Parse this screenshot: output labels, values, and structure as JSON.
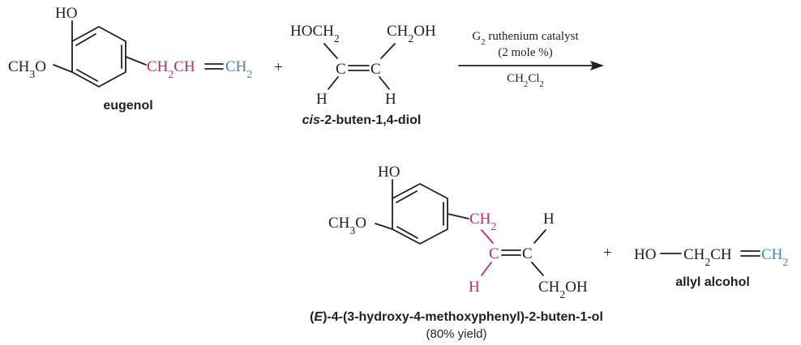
{
  "colors": {
    "ink": "#231f20",
    "magenta": "#c4267f",
    "blue": "#3a89c9"
  },
  "reactant1": {
    "ho": "HO",
    "methoxy": "CH3O",
    "chain_main": "CH2CH",
    "chain_end": "CH2",
    "name": "eugenol"
  },
  "plus1": "+",
  "reactant2": {
    "hoch2": "HOCH2",
    "ch2oh": "CH2OH",
    "c_left": "C",
    "c_right": "C",
    "h_left": "H",
    "h_right": "H",
    "name_italic": "cis",
    "name_rest": "-2-buten-1,4-diol"
  },
  "conditions": {
    "catalyst": "G2 ruthenium catalyst",
    "loading": "(2 mole %)",
    "solvent": "CH2Cl2"
  },
  "product": {
    "ho": "HO",
    "methoxy": "CH3O",
    "ch2": "CH2",
    "h_top": "H",
    "c_left": "C",
    "c_right": "C",
    "h_bottom": "H",
    "ch2oh": "CH2OH",
    "name_open": "(",
    "name_italic": "E",
    "name_rest": ")-4-(3-hydroxy-4-methoxyphenyl)-2-buten-1-ol",
    "yield": "(80% yield)"
  },
  "plus2": "+",
  "byproduct": {
    "ho": "HO",
    "chain_main": "CH2CH",
    "chain_end": "CH2",
    "name": "allyl alcohol"
  }
}
